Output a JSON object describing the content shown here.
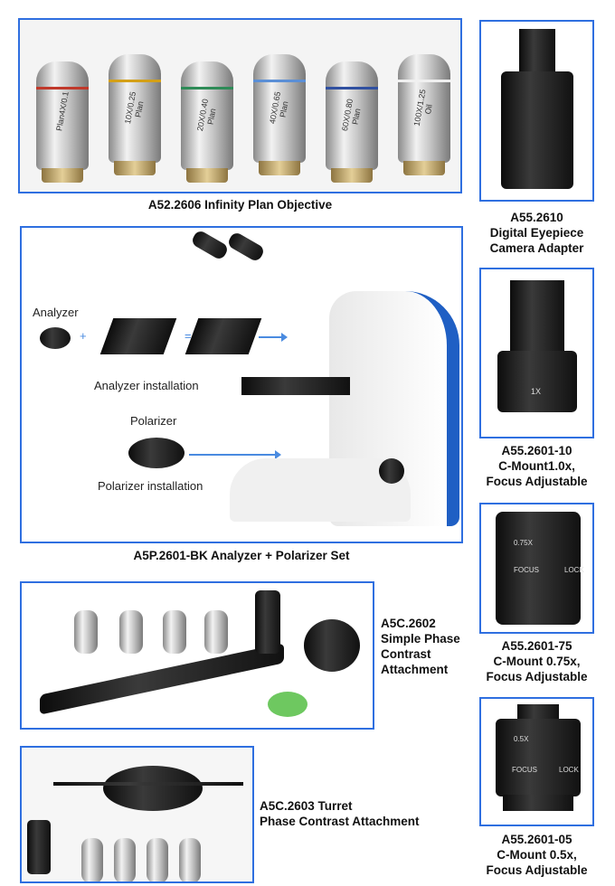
{
  "objectives_panel": {
    "caption": "A52.2606 Infinity Plan Objective",
    "objectives": [
      {
        "label": "Plan4X/0.1",
        "ring": "#c0392b"
      },
      {
        "label": "10X/0.25 Plan",
        "ring": "#d4a017"
      },
      {
        "label": "20X/0.40 Plan",
        "ring": "#2e8b57"
      },
      {
        "label": "40X/0.65 Plan",
        "ring": "#5b8fd6"
      },
      {
        "label": "60X/0.80 Plan",
        "ring": "#3050a0"
      },
      {
        "label": "100X/1.25 Oil",
        "ring": "#f0f0f0"
      }
    ]
  },
  "polarizer_panel": {
    "caption": "A5P.2601-BK Analyzer + Polarizer Set",
    "analyzer": "Analyzer",
    "plus": "+",
    "equals": "=",
    "analyzer_installation": "Analyzer installation",
    "polarizer": "Polarizer",
    "polarizer_installation": "Polarizer installation"
  },
  "phase_simple": {
    "caption": [
      "A5C.2602",
      "Simple Phase",
      "Contrast",
      "Attachment"
    ]
  },
  "phase_turret": {
    "caption": [
      "A5C.2603 Turret",
      "Phase Contrast Attachment"
    ]
  },
  "adapters": [
    {
      "caption": [
        "A55.2610",
        "Digital Eyepiece",
        "Camera Adapter"
      ]
    },
    {
      "caption": [
        "A55.2601-10",
        "C-Mount1.0x,",
        "Focus Adjustable"
      ],
      "mark": "1X"
    },
    {
      "caption": [
        "A55.2601-75",
        "C-Mount 0.75x,",
        "Focus Adjustable"
      ],
      "mark": "0.75X",
      "focus": "FOCUS",
      "lock": "LOCK"
    },
    {
      "caption": [
        "A55.2601-05",
        "C-Mount 0.5x,",
        "Focus Adjustable"
      ],
      "mark": "0.5X",
      "focus": "FOCUS",
      "lock": "LOCK"
    }
  ],
  "colors": {
    "border": "#2f6fe0",
    "arrow": "#4a8be0"
  }
}
